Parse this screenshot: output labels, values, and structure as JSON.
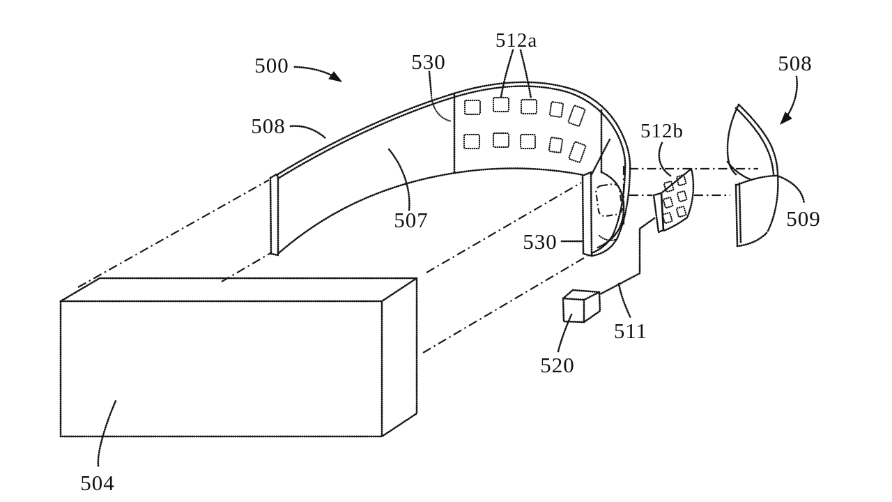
{
  "figure": {
    "type": "patent-line-drawing",
    "background": "#ffffff",
    "ink_color": "#141414",
    "description": "Exploded perspective patent drawing of a curved wearable band device with electrode array, connector plate, wire, module cube, strap end and alignment center lines",
    "labels": {
      "ref_500": "500",
      "ref_530_top": "530",
      "ref_512a": "512a",
      "ref_508_left": "508",
      "ref_508_right": "508",
      "ref_512b": "512b",
      "ref_507": "507",
      "ref_530_mid": "530",
      "ref_509": "509",
      "ref_511": "511",
      "ref_520": "520",
      "ref_504": "504"
    }
  }
}
